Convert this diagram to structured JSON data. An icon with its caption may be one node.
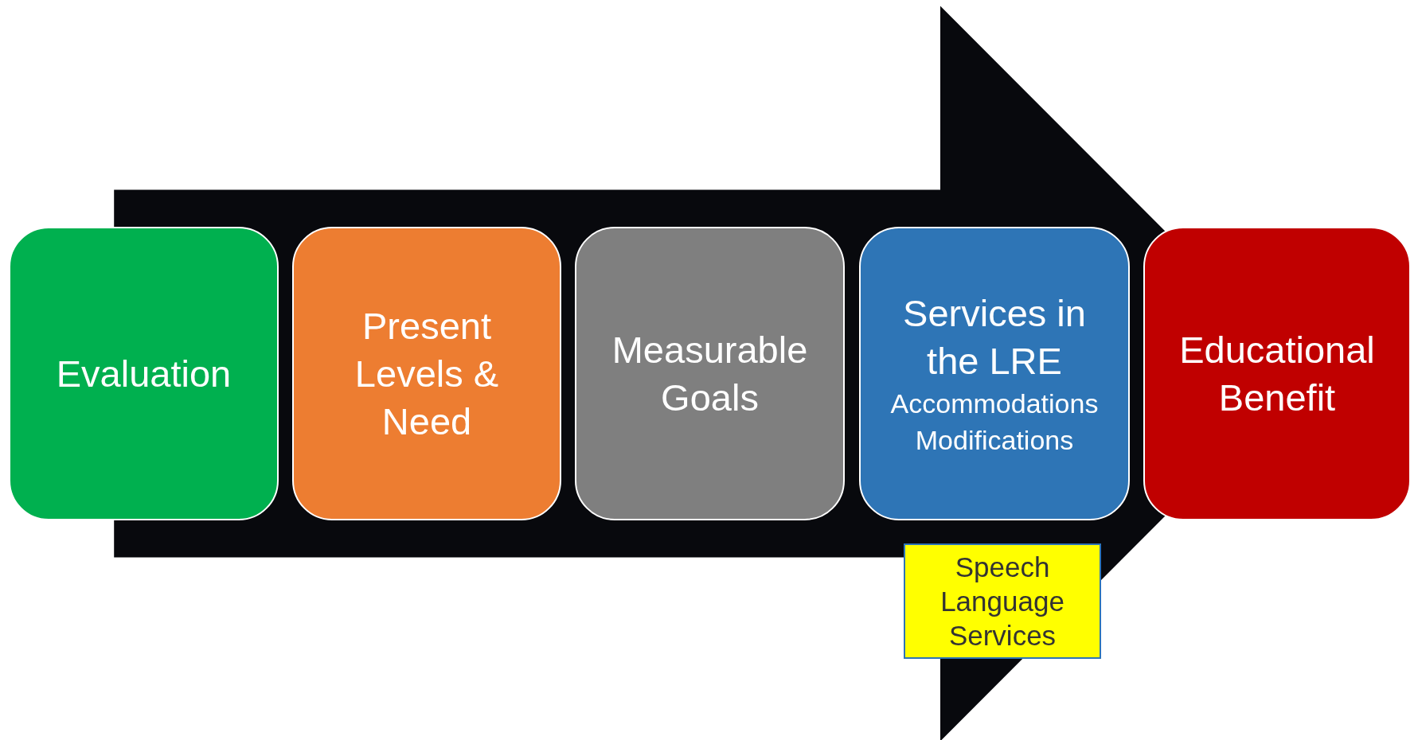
{
  "diagram": {
    "nodes": [
      {
        "text": [
          "Evaluation"
        ]
      },
      {
        "text": [
          "Present Levels & Need"
        ]
      },
      {
        "text": [
          "Measurable Goals"
        ]
      },
      {
        "text": [
          "Services in the LRE",
          "Accommodations Modifications"
        ]
      },
      {
        "text": [
          "Educational Benefit"
        ]
      },
      {
        "text": [
          "Speech Language Services"
        ]
      }
    ],
    "edges": [
      {
        "from": 0,
        "to": 4,
        "arrow": "to",
        "style": "thick"
      }
    ]
  }
}
